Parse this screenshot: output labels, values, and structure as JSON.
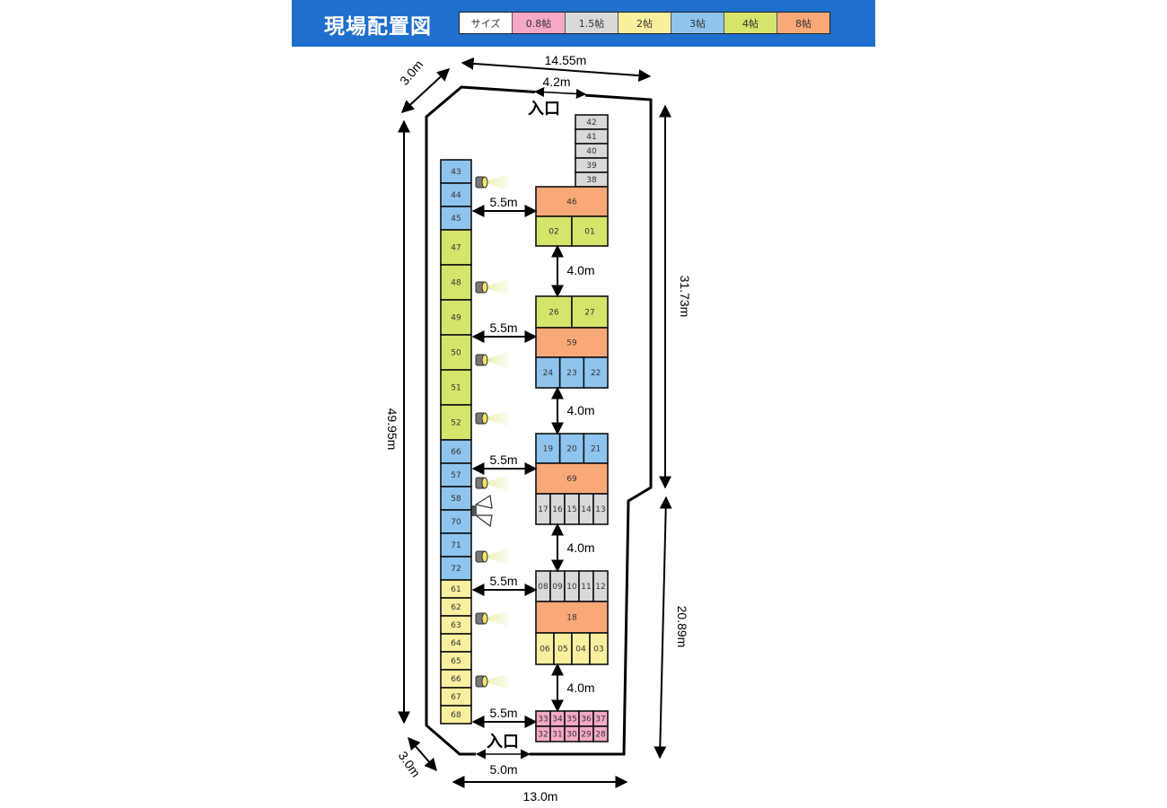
{
  "header": {
    "title": "現場配置図"
  },
  "legend": [
    {
      "label": "サイズ",
      "color": "#ffffff"
    },
    {
      "label": "0.8帖",
      "color": "#f5a9c6"
    },
    {
      "label": "1.5帖",
      "color": "#d9d9d9"
    },
    {
      "label": "2帖",
      "color": "#f9ef9e"
    },
    {
      "label": "3帖",
      "color": "#8fc4ef"
    },
    {
      "label": "4帖",
      "color": "#d6e46c"
    },
    {
      "label": "8帖",
      "color": "#f9a878"
    }
  ],
  "entrances": [
    "入口",
    "入口"
  ],
  "dimensions": [
    "14.55m",
    "4.2m",
    "3.0m",
    "49.95m",
    "31.73m",
    "20.89m",
    "3.0m",
    "5.0m",
    "13.0m",
    "5.5m",
    "5.5m",
    "5.5m",
    "5.5m",
    "5.5m",
    "4.0m",
    "4.0m",
    "4.0m",
    "4.0m"
  ],
  "units": {
    "left": [
      {
        "no": "43",
        "size": "3帖"
      },
      {
        "no": "44",
        "size": "3帖"
      },
      {
        "no": "45",
        "size": "3帖"
      },
      {
        "no": "47",
        "size": "4帖"
      },
      {
        "no": "48",
        "size": "4帖"
      },
      {
        "no": "49",
        "size": "4帖"
      },
      {
        "no": "50",
        "size": "4帖"
      },
      {
        "no": "51",
        "size": "4帖"
      },
      {
        "no": "52",
        "size": "4帖"
      },
      {
        "no": "66",
        "size": "3帖"
      },
      {
        "no": "57",
        "size": "3帖"
      },
      {
        "no": "58",
        "size": "3帖"
      },
      {
        "no": "70",
        "size": "3帖"
      },
      {
        "no": "71",
        "size": "3帖"
      },
      {
        "no": "72",
        "size": "3帖"
      },
      {
        "no": "61",
        "size": "2帖"
      },
      {
        "no": "62",
        "size": "2帖"
      },
      {
        "no": "63",
        "size": "2帖"
      },
      {
        "no": "64",
        "size": "2帖"
      },
      {
        "no": "65",
        "size": "2帖"
      },
      {
        "no": "66",
        "size": "2帖"
      },
      {
        "no": "67",
        "size": "2帖"
      },
      {
        "no": "68",
        "size": "2帖"
      }
    ],
    "stack_top": [
      {
        "no": "42",
        "size": "1.5帖"
      },
      {
        "no": "41",
        "size": "1.5帖"
      },
      {
        "no": "40",
        "size": "1.5帖"
      },
      {
        "no": "39",
        "size": "1.5帖"
      },
      {
        "no": "38",
        "size": "1.5帖"
      }
    ],
    "block1": {
      "wide": [
        {
          "no": "46",
          "size": "8帖"
        }
      ],
      "row": [
        {
          "no": "02",
          "size": "4帖"
        },
        {
          "no": "01",
          "size": "4帖"
        }
      ]
    },
    "block2": {
      "row_top": [
        {
          "no": "26",
          "size": "4帖"
        },
        {
          "no": "27",
          "size": "4帖"
        }
      ],
      "wide": [
        {
          "no": "59",
          "size": "8帖"
        }
      ],
      "row_bottom": [
        {
          "no": "24",
          "size": "3帖"
        },
        {
          "no": "23",
          "size": "3帖"
        },
        {
          "no": "22",
          "size": "3帖"
        }
      ]
    },
    "block3": {
      "row_top": [
        {
          "no": "19",
          "size": "3帖"
        },
        {
          "no": "20",
          "size": "3帖"
        },
        {
          "no": "21",
          "size": "3帖"
        }
      ],
      "wide": [
        {
          "no": "69",
          "size": "8帖"
        }
      ],
      "row_bottom": [
        {
          "no": "17",
          "size": "1.5帖"
        },
        {
          "no": "16",
          "size": "1.5帖"
        },
        {
          "no": "15",
          "size": "1.5帖"
        },
        {
          "no": "14",
          "size": "1.5帖"
        },
        {
          "no": "13",
          "size": "1.5帖"
        }
      ]
    },
    "block4": {
      "row_top": [
        {
          "no": "08",
          "size": "1.5帖"
        },
        {
          "no": "09",
          "size": "1.5帖"
        },
        {
          "no": "10",
          "size": "1.5帖"
        },
        {
          "no": "11",
          "size": "1.5帖"
        },
        {
          "no": "12",
          "size": "1.5帖"
        }
      ],
      "wide": [
        {
          "no": "18",
          "size": "8帖"
        }
      ],
      "row_bottom": [
        {
          "no": "06",
          "size": "2帖"
        },
        {
          "no": "05",
          "size": "2帖"
        },
        {
          "no": "04",
          "size": "2帖"
        },
        {
          "no": "03",
          "size": "2帖"
        }
      ]
    },
    "block5": {
      "row_top": [
        {
          "no": "33",
          "size": "0.8帖"
        },
        {
          "no": "34",
          "size": "0.8帖"
        },
        {
          "no": "35",
          "size": "0.8帖"
        },
        {
          "no": "36",
          "size": "0.8帖"
        },
        {
          "no": "37",
          "size": "0.8帖"
        }
      ],
      "row_bottom": [
        {
          "no": "32",
          "size": "0.8帖"
        },
        {
          "no": "31",
          "size": "0.8帖"
        },
        {
          "no": "30",
          "size": "0.8帖"
        },
        {
          "no": "29",
          "size": "0.8帖"
        },
        {
          "no": "28",
          "size": "0.8帖"
        }
      ]
    }
  }
}
